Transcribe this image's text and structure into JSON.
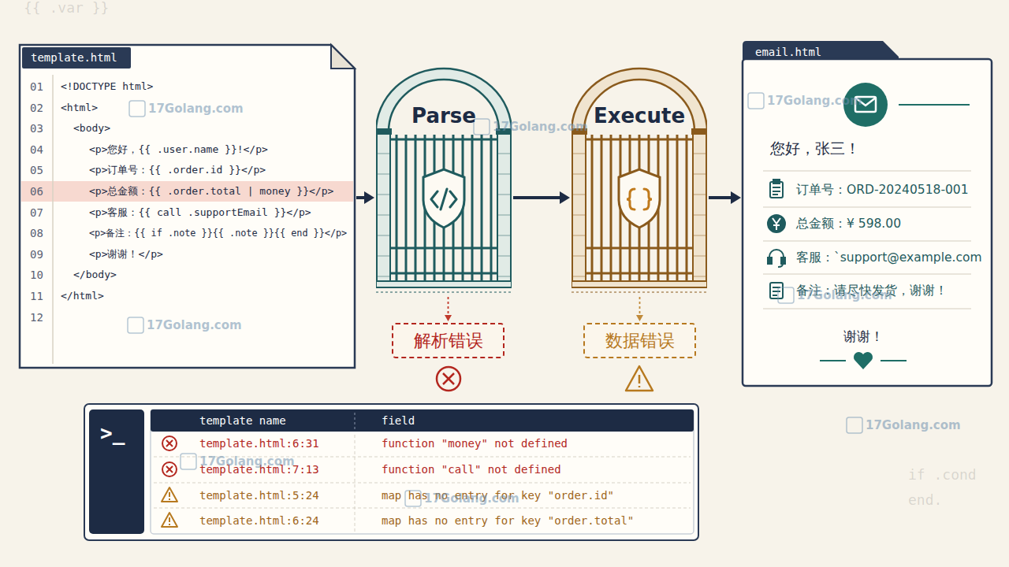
{
  "diagram": {
    "nodes": [
      {
        "text": [
          "template.html",
          "<!DOCTYPE html>",
          "<html>",
          "<body>",
          "<p>您好，{{ .user.name }}!</p>",
          "<p>订单号：{{ .order.id }}</p>",
          "<p>总金额：{{ .order.total | money }}</p>",
          "<p>客服：{{ call .supportEmail }}</p>",
          "<p>备注：{{ if .note }}{{ .note }}{{ end }}</p>",
          "<p>谢谢！</p>",
          "</body>",
          "</html>"
        ]
      },
      {
        "text": [
          "Parse"
        ]
      },
      {
        "text": [
          "Execute"
        ]
      },
      {
        "text": [
          "email.html",
          "您好，张三！",
          "订单号：ORD-20240518-001",
          "总金额：¥ 598.00",
          "客服：`support@example.com",
          "备注：请尽快发货，谢谢！",
          "谢谢！"
        ]
      },
      {
        "text": [
          "解析错误"
        ]
      },
      {
        "text": [
          "数据错误"
        ]
      }
    ],
    "edges": [
      {
        "from": 0,
        "to": 1,
        "arrow": "to"
      },
      {
        "from": 1,
        "to": 2,
        "arrow": "to"
      },
      {
        "from": 2,
        "to": 3,
        "arrow": "to"
      },
      {
        "from": 1,
        "to": 4,
        "arrow": "to"
      },
      {
        "from": 2,
        "to": 5,
        "arrow": "to"
      }
    ],
    "labels": [
      "01",
      "02",
      "03",
      "04",
      "05",
      "06",
      "07",
      "08",
      "09",
      "10",
      "11",
      "12",
      ">_",
      "template name",
      "field",
      "template.html:6:31",
      "function \"money\" not defined",
      "template.html:7:13",
      "function \"call\" not defined",
      "template.html:5:24",
      "map has no entry for key \"order.id\"",
      "template.html:6:24",
      "map has no entry for key \"order.total\"",
      "17Golang.com",
      "17Golang.com",
      "17Golang.com",
      "17Golang.com",
      "17Golang.com",
      "17Golang.com",
      "17Golang.com",
      "17Golang.com",
      "{{ .var }}",
      "if .cond",
      "end."
    ]
  }
}
